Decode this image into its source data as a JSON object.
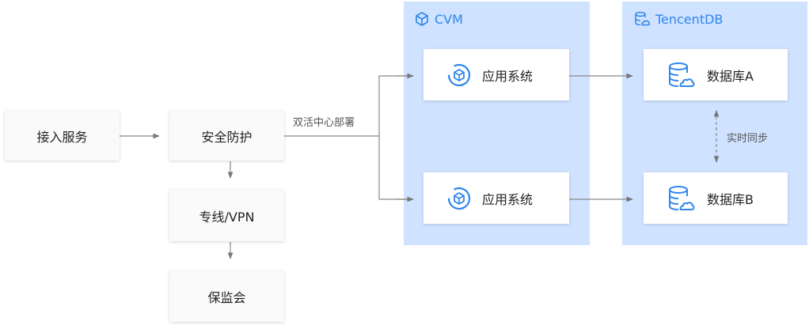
{
  "nodes": {
    "access": "接入服务",
    "security": "安全防护",
    "dedicated_line": "专线/VPN",
    "protection": "保监会",
    "app_system_1": "应用系统",
    "app_system_2": "应用系统",
    "db_a": "数据库A",
    "db_b": "数据库B"
  },
  "groups": {
    "cvm": "CVM",
    "tencentdb": "TencentDB"
  },
  "edge_labels": {
    "dual_center": "双活中心部署",
    "realtime_sync": "实时同步"
  },
  "icons": {
    "cvm": "cube-outline-icon",
    "tencentdb": "database-cloud-outline-icon",
    "app": "cube-circle-icon",
    "db": "database-cloud-icon"
  },
  "colors": {
    "panel": "#cfe2ff",
    "accent": "#2f86ee",
    "arrow": "#777777",
    "box": "#fafafa"
  }
}
